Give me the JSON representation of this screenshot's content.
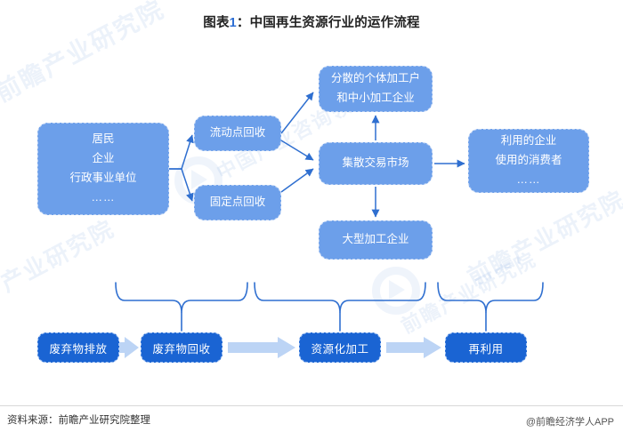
{
  "title": {
    "prefix": "图表",
    "num": "1",
    "text": "：中国再生资源行业的运作流程"
  },
  "diagram": {
    "nodes": {
      "source": {
        "lines": [
          "居民",
          "企业",
          "行政事业单位",
          "……"
        ]
      },
      "mobile": {
        "label": "流动点回收"
      },
      "fixed": {
        "label": "固定点回收"
      },
      "small": {
        "lines": [
          "分散的个体加工户",
          "和中小加工企业"
        ]
      },
      "market": {
        "label": "集散交易市场"
      },
      "large": {
        "label": "大型加工企业"
      },
      "user": {
        "lines": [
          "利用的企业",
          "使用的消费者",
          "……"
        ]
      }
    },
    "chain": [
      {
        "label": "废弃物排放"
      },
      {
        "label": "废弃物回收"
      },
      {
        "label": "资源化加工"
      },
      {
        "label": "再利用"
      }
    ],
    "colors": {
      "node_fill": "#6c9fea",
      "chain_fill": "#1a64d3",
      "arrow": "#2f6fd0",
      "block_arrow": "#bcd4f5",
      "title_accent": "#2e6fd4"
    }
  },
  "footer": {
    "source_label": "资料来源：前瞻产业研究院整理",
    "app_label": "@前瞻经济学人APP"
  },
  "watermarks": {
    "w1": "前瞻产业研究院",
    "w2": "产业研究院",
    "w3": "前瞻产业研究院",
    "w4": "中国产业咨询领导者",
    "w5": "前瞻产业研究院"
  }
}
